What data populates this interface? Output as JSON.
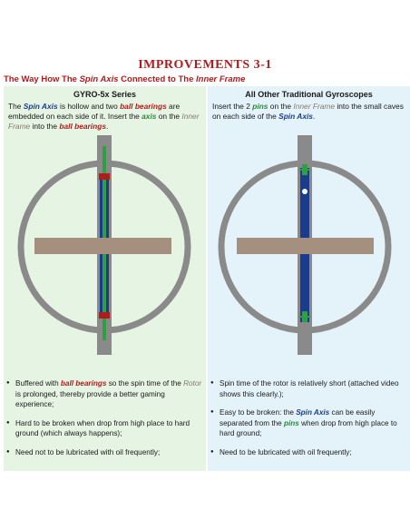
{
  "title": "IMPROVEMENTS 3-1",
  "subtitle": {
    "part1": "The Way How The ",
    "spin_axis": "Spin Axis",
    "part2": " Connected to The ",
    "inner_frame": "Inner Frame"
  },
  "left": {
    "header": "GYRO-5x Series",
    "desc": {
      "t1": "The ",
      "spin_axis": "Spin Axis",
      "t2": " is hollow and two ",
      "ball_bearings": "ball bearings",
      "t3": " are embedded on each side of it. Insert the ",
      "axis": "axis",
      "t4": " on the ",
      "inner_frame": "Inner Frame",
      "t5": " into the ",
      "ball_bearings2": "ball bearings",
      "t6": "."
    },
    "bullets": {
      "b1": {
        "t1": "Buffered with ",
        "ball_bearings": "ball bearings",
        "t2": " so the spin time of the ",
        "rotor": "Rotor",
        "t3": " is prolonged, thereby provide a better gaming experience;"
      },
      "b2": "Hard to be broken when drop from high place to hard ground (which always happens);",
      "b3": "Need not to be lubricated with oil frequently;"
    }
  },
  "right": {
    "header": "All Other Traditional Gyroscopes",
    "desc": {
      "t1": "Insert the 2 ",
      "pins": "pins",
      "t2": " on the ",
      "inner_frame": "Inner Frame",
      "t3": " into the small caves on each side of the ",
      "spin_axis": "Spin Axis",
      "t4": "."
    },
    "bullets": {
      "b1": "Spin time of the rotor is relatively short (attached video shows this clearly.);",
      "b2": {
        "t1": "Easy to be broken: the ",
        "spin_axis": "Spin Axis",
        "t2": " can be easily separated from the ",
        "pins": "pins",
        "t3": " when drop from high place to hard ground;"
      },
      "b3": "Need to be lubricated with oil frequently;"
    }
  },
  "colors": {
    "red": "#b01c1c",
    "blue": "#1b3b8c",
    "green": "#2a8a3a",
    "frame_grey": "#8a8a8a",
    "rotor_brown": "#a58f7f",
    "left_bg": "#e6f4e3",
    "right_bg": "#e4f2fa"
  }
}
